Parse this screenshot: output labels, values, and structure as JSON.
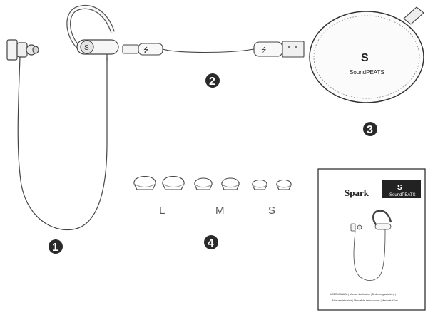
{
  "components": [
    {
      "number": "1",
      "icon": "earphones-icon"
    },
    {
      "number": "2",
      "icon": "usb-cable-icon"
    },
    {
      "number": "3",
      "icon": "carrying-case-icon"
    },
    {
      "number": "4",
      "icon": "ear-tips-icon"
    }
  ],
  "case": {
    "brand": "SoundPEATS"
  },
  "ear_tips": {
    "sizes": [
      "L",
      "M",
      "S"
    ]
  },
  "manual": {
    "title": "Spark",
    "brand": "SoundPEATS",
    "footer_line1": "USER MANUAL | Manuel d'utilisation | Bedienungsanleitung |",
    "footer_line2": "Manuale istruzioni | Manual de instrucciones | Manuale d'Uso"
  }
}
